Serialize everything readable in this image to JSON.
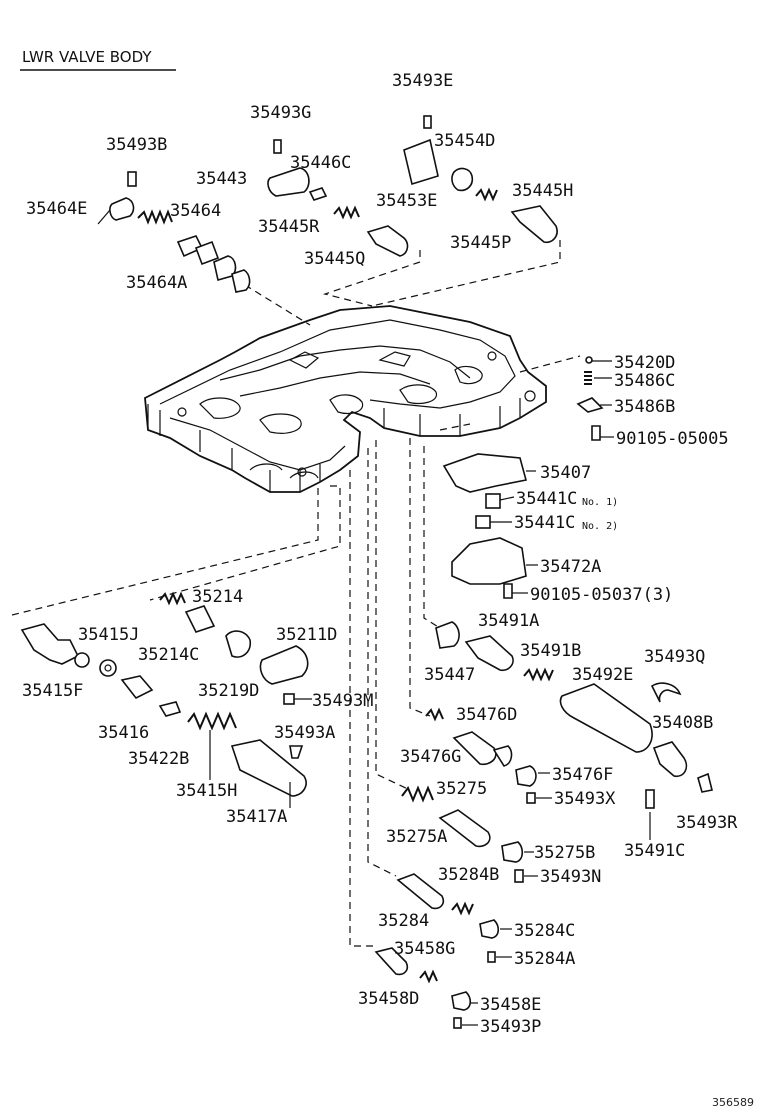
{
  "title": "LWR VALVE BODY",
  "reference": "356589",
  "labels": {
    "p35493E": "35493E",
    "p35493G": "35493G",
    "p35454D": "35454D",
    "p35493B": "35493B",
    "p35446C": "35446C",
    "p35443": "35443",
    "p35453E": "35453E",
    "p35445H": "35445H",
    "p35464E": "35464E",
    "p35464": "35464",
    "p35445R": "35445R",
    "p35445P": "35445P",
    "p35445Q": "35445Q",
    "p35464A": "35464A",
    "p35420D": "35420D",
    "p35486C": "35486C",
    "p35486B": "35486B",
    "p90105_05005": "90105-05005",
    "p35407": "35407",
    "p35441C1": "35441C",
    "p35441C2": "35441C",
    "no1": "No. 1)",
    "no2": "No. 2)",
    "p35472A": "35472A",
    "p90105_05037": "90105-05037(3)",
    "p35214": "35214",
    "p35491A": "35491A",
    "p35415J": "35415J",
    "p35214C": "35214C",
    "p35211D": "35211D",
    "p35491B": "35491B",
    "p35493Q": "35493Q",
    "p35447": "35447",
    "p35492E": "35492E",
    "p35415F": "35415F",
    "p35219D": "35219D",
    "p35493M": "35493M",
    "p35476D": "35476D",
    "p35408B": "35408B",
    "p35416": "35416",
    "p35493A": "35493A",
    "p35476G": "35476G",
    "p35422B": "35422B",
    "p35476F": "35476F",
    "p35415H": "35415H",
    "p35275": "35275",
    "p35493X": "35493X",
    "p35493R": "35493R",
    "p35417A": "35417A",
    "p35275A": "35275A",
    "p35275B": "35275B",
    "p35491C": "35491C",
    "p35284B": "35284B",
    "p35493N": "35493N",
    "p35284": "35284",
    "p35284C": "35284C",
    "p35458G": "35458G",
    "p35284A": "35284A",
    "p35458D": "35458D",
    "p35458E": "35458E",
    "p35493P": "35493P"
  }
}
